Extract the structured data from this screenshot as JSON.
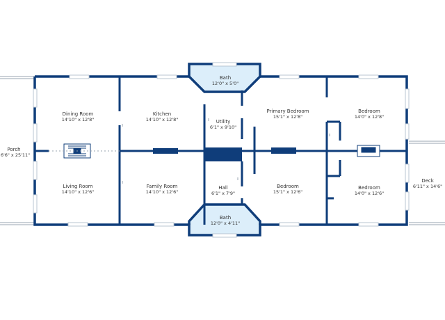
{
  "plan": {
    "colors": {
      "wall": "#0f3d7a",
      "window": "#b8c4d2",
      "bath_fill": "#dceefa",
      "floor": "#ffffff",
      "deck_line": "#9aa4b0"
    },
    "rooms": [
      {
        "id": "porch",
        "name": "Porch",
        "dim": "6'6\" x 25'11\""
      },
      {
        "id": "dining",
        "name": "Dining Room",
        "dim": "14'10\" x 12'8\""
      },
      {
        "id": "living",
        "name": "Living Room",
        "dim": "14'10\" x 12'6\""
      },
      {
        "id": "kitchen",
        "name": "Kitchen",
        "dim": "14'10\" x 12'8\""
      },
      {
        "id": "family",
        "name": "Family Room",
        "dim": "14'10\" x 12'6\""
      },
      {
        "id": "bath-top",
        "name": "Bath",
        "dim": "12'0\" x 5'0\""
      },
      {
        "id": "utility",
        "name": "Utility",
        "dim": "6'1\" x 9'10\""
      },
      {
        "id": "hall",
        "name": "Hall",
        "dim": "6'1\" x 7'9\""
      },
      {
        "id": "bath-bottom",
        "name": "Bath",
        "dim": "12'0\" x 4'11\""
      },
      {
        "id": "primary-bedroom",
        "name": "Primary Bedroom",
        "dim": "15'1\" x 12'8\""
      },
      {
        "id": "bedroom-center",
        "name": "Bedroom",
        "dim": "15'1\" x 12'6\""
      },
      {
        "id": "bedroom-ne",
        "name": "Bedroom",
        "dim": "14'0\" x 12'8\""
      },
      {
        "id": "bedroom-se",
        "name": "Bedroom",
        "dim": "14'0\" x 12'6\""
      },
      {
        "id": "deck",
        "name": "Deck",
        "dim": "6'11\" x 14'6\""
      }
    ]
  }
}
